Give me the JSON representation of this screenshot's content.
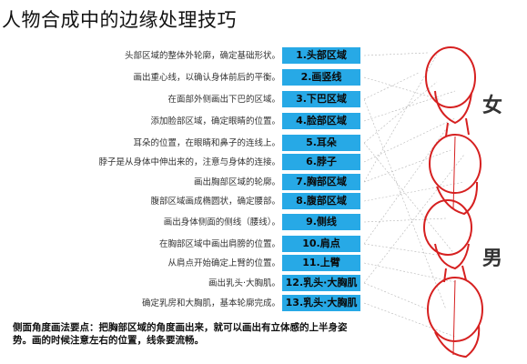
{
  "title": "人物合成中的边缘处理技巧",
  "steps": [
    {
      "label": "1.头部区域",
      "desc": "头部区域的整体外轮廓，确定基础形状。"
    },
    {
      "label": "2.画竖线",
      "desc": "画出重心线，以确认身体前后的平衡。"
    },
    {
      "label": "3.下巴区域",
      "desc": "在面部外侧画出下巴的区域。"
    },
    {
      "label": "4.脸部区域",
      "desc": "添加脸部区域，确定眼睛的位置。"
    },
    {
      "label": "5.耳朵",
      "desc": "耳朵的位置，在眼睛和鼻子的连线上。"
    },
    {
      "label": "6.脖子",
      "desc": "脖子是从身体中伸出来的，注意与身体的连接。"
    },
    {
      "label": "7.胸部区域",
      "desc": "画出胸部区域的轮廓。"
    },
    {
      "label": "8.腹部区域",
      "desc": "腹部区域画成椭圆状，确定腰部。"
    },
    {
      "label": "9.侧线",
      "desc": "画出身体侧面的侧线（腰线）。"
    },
    {
      "label": "10.肩点",
      "desc": "在胸部区域中画出肩膀的位置。"
    },
    {
      "label": "11.上臂",
      "desc": "从肩点开始确定上臂的位置。"
    },
    {
      "label": "12.乳头·大胸肌",
      "desc": "画出乳头·大胸肌。"
    },
    {
      "label": "13.乳头·大胸肌",
      "desc": "确定乳房和大胸肌，基本轮廓完成。"
    }
  ],
  "footer": "侧面角度画法要点：把胸部区域的角度画出来，就可以画出有立体感的上半身姿势。画的时候注意左右的位置，线条要流畅。",
  "side_labels": {
    "top": "女",
    "bottom": "男"
  },
  "colors": {
    "label_bg": "#27a9e6",
    "sketch": "#d62020",
    "connector": "#b5b5b5"
  }
}
